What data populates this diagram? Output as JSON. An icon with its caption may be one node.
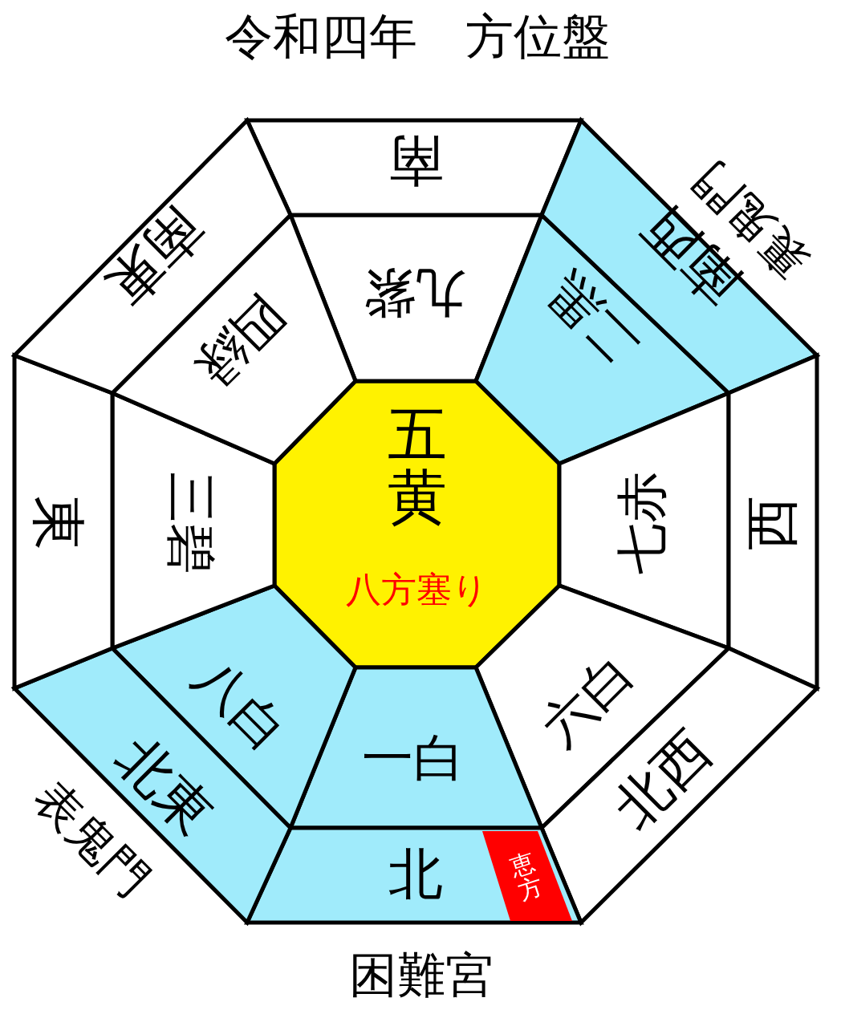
{
  "diagram": {
    "title": "令和四年　方位盤",
    "nodes": [
      {
        "text": [
          "五黄",
          "八方塞り"
        ]
      },
      {
        "text": [
          "九紫"
        ]
      },
      {
        "text": [
          "二黒"
        ]
      },
      {
        "text": [
          "七赤"
        ]
      },
      {
        "text": [
          "六白"
        ]
      },
      {
        "text": [
          "一白"
        ]
      },
      {
        "text": [
          "八白"
        ]
      },
      {
        "text": [
          "三碧"
        ]
      },
      {
        "text": [
          "四緑"
        ]
      },
      {
        "text": [
          "南"
        ]
      },
      {
        "text": [
          "南西"
        ]
      },
      {
        "text": [
          "西"
        ]
      },
      {
        "text": [
          "北西"
        ]
      },
      {
        "text": [
          "北"
        ]
      },
      {
        "text": [
          "北東"
        ]
      },
      {
        "text": [
          "東"
        ]
      },
      {
        "text": [
          "南東"
        ]
      },
      {
        "text": [
          "恵方"
        ],
        "in": 13
      }
    ],
    "edges": [],
    "labels": [
      "裏鬼門",
      "表鬼門",
      "困難宮"
    ]
  }
}
